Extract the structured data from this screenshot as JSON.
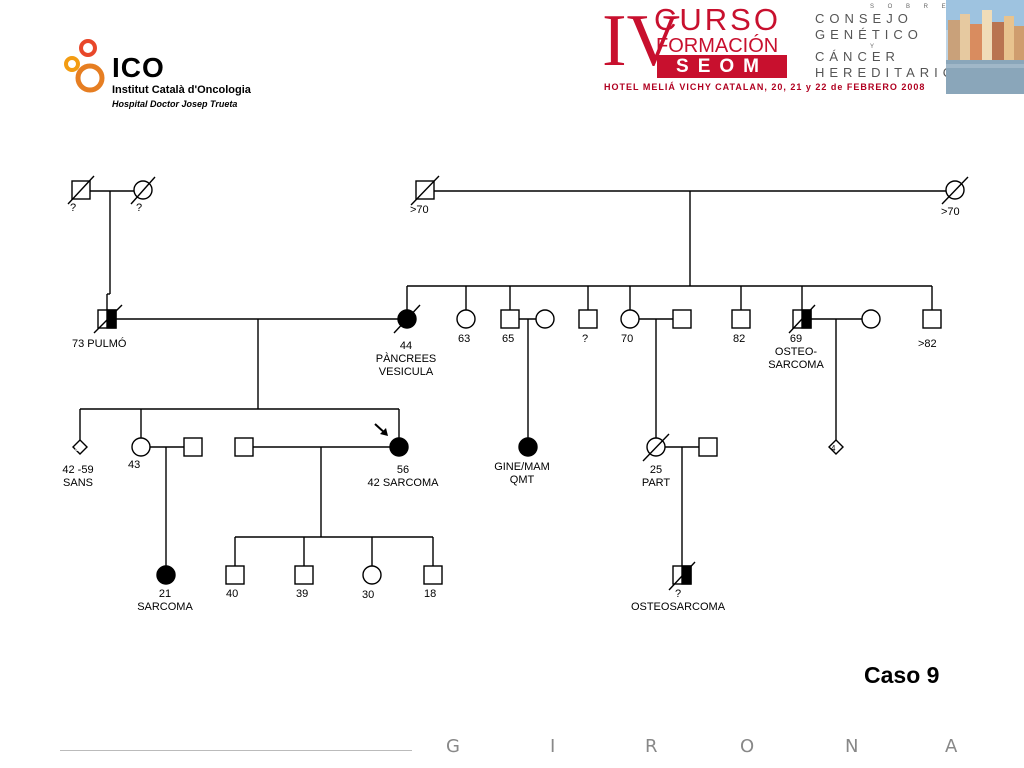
{
  "header": {
    "ico_name": "ICO",
    "ico_subtitle": "Institut Català d'Oncologia",
    "ico_hospital": "Hospital Doctor Josep Trueta",
    "course_roman": "IV",
    "course_word1": "CURSO",
    "course_word2": "FORMACIÓN",
    "course_org": "SEOM",
    "course_venue": "HOTEL MELIÁ VICHY CATALAN, 20, 21 y 22 de FEBRERO 2008",
    "council_lines": [
      "CONSEJO",
      "GENÉTICO",
      "CÁNCER",
      "HEREDITARIO"
    ],
    "council_small": [
      "S O B R E",
      "Y"
    ]
  },
  "pedigree": {
    "labels": {
      "gp1_m": "?",
      "gp1_f": "?",
      "gp2_m": ">70",
      "gp2_f": ">70",
      "father": "73 PULMÓ",
      "mother": "44\nPÀNCREES\nVESICULA",
      "aunt63": "63",
      "uncle65": "65",
      "unk_q": "?",
      "aunt70": "70",
      "uncle82": "82",
      "uncle69": "69\nOSTEO-\nSARCOMA",
      "uncle82b": ">82",
      "sibs_count": "8",
      "sibs_label": "42 -59\nSANS",
      "sister43": "43",
      "proband": "56\n42 SARCOMA",
      "cousin_gine": "GINE/MAM\nQMT",
      "cousin25": "25\nPART",
      "cousin_count": "4",
      "niece21": "21\nSARCOMA",
      "son40": "40",
      "son39": "39",
      "dau30": "30",
      "son18": "18",
      "grandson": "?\nOSTEOSARCOMA"
    }
  },
  "case_title": "Caso 9",
  "footer_letters": [
    "G",
    "I",
    "R",
    "O",
    "N",
    "A"
  ]
}
